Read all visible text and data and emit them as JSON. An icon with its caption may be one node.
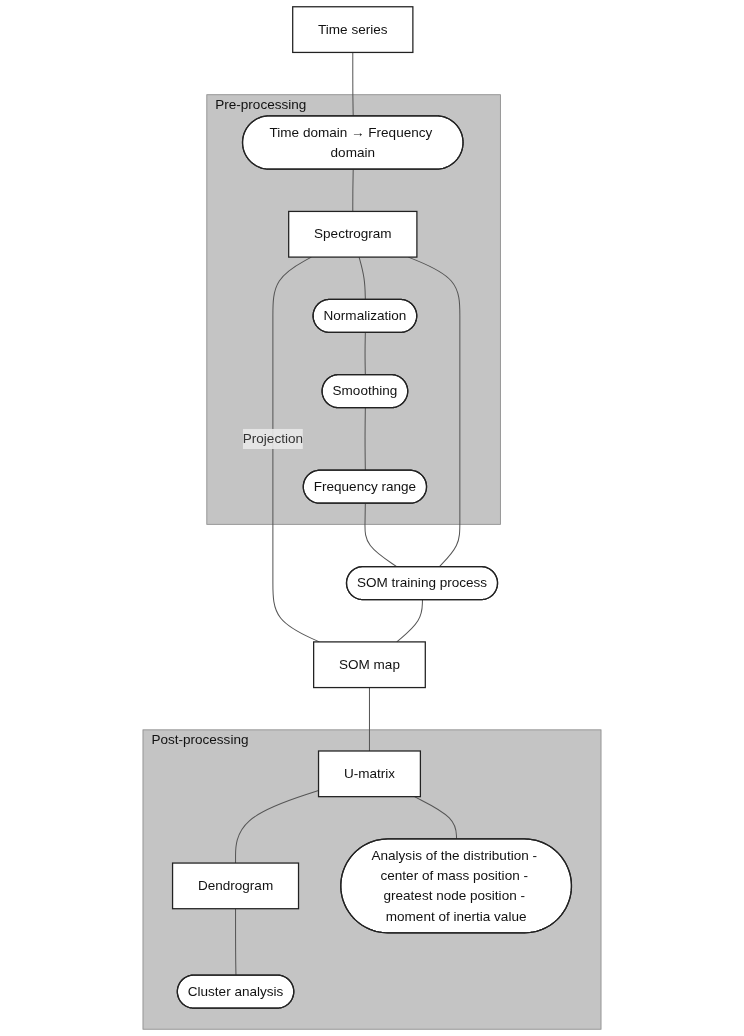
{
  "diagram": {
    "nodes": [
      {
        "text": [
          "Time series"
        ]
      },
      {
        "text": [
          "Pre-processing"
        ]
      },
      {
        "text": [
          "Time domain → Frequency domain"
        ],
        "in": 1
      },
      {
        "text": [
          "Spectrogram"
        ],
        "in": 1
      },
      {
        "text": [
          "Normalization"
        ],
        "in": 1
      },
      {
        "text": [
          "Smoothing"
        ],
        "in": 1
      },
      {
        "text": [
          "Frequency range"
        ],
        "in": 1
      },
      {
        "text": [
          "SOM training process"
        ]
      },
      {
        "text": [
          "SOM map"
        ]
      },
      {
        "text": [
          "Post-processing"
        ]
      },
      {
        "text": [
          "U-matrix"
        ],
        "in": 9
      },
      {
        "text": [
          "Dendrogram"
        ],
        "in": 9
      },
      {
        "text": [
          "Analysis of the distribution - center of mass position - greatest node position - moment of inertia value"
        ],
        "in": 9
      },
      {
        "text": [
          "Cluster analysis"
        ],
        "in": 9
      }
    ],
    "edges": [
      {
        "from": 0,
        "to": 2,
        "arrow": "none"
      },
      {
        "from": 2,
        "to": 3,
        "arrow": "none"
      },
      {
        "from": 3,
        "to": 4,
        "arrow": "none"
      },
      {
        "from": 4,
        "to": 5,
        "arrow": "none"
      },
      {
        "from": 5,
        "to": 6,
        "arrow": "none"
      },
      {
        "from": 6,
        "to": 7,
        "arrow": "none"
      },
      {
        "from": 3,
        "to": 7,
        "arrow": "none"
      },
      {
        "from": 3,
        "to": 8,
        "label": "Projection",
        "arrow": "none"
      },
      {
        "from": 7,
        "to": 8,
        "arrow": "none"
      },
      {
        "from": 8,
        "to": 10,
        "arrow": "none"
      },
      {
        "from": 10,
        "to": 11,
        "arrow": "none"
      },
      {
        "from": 10,
        "to": 12,
        "arrow": "none"
      },
      {
        "from": 11,
        "to": 13,
        "arrow": "none"
      }
    ]
  }
}
